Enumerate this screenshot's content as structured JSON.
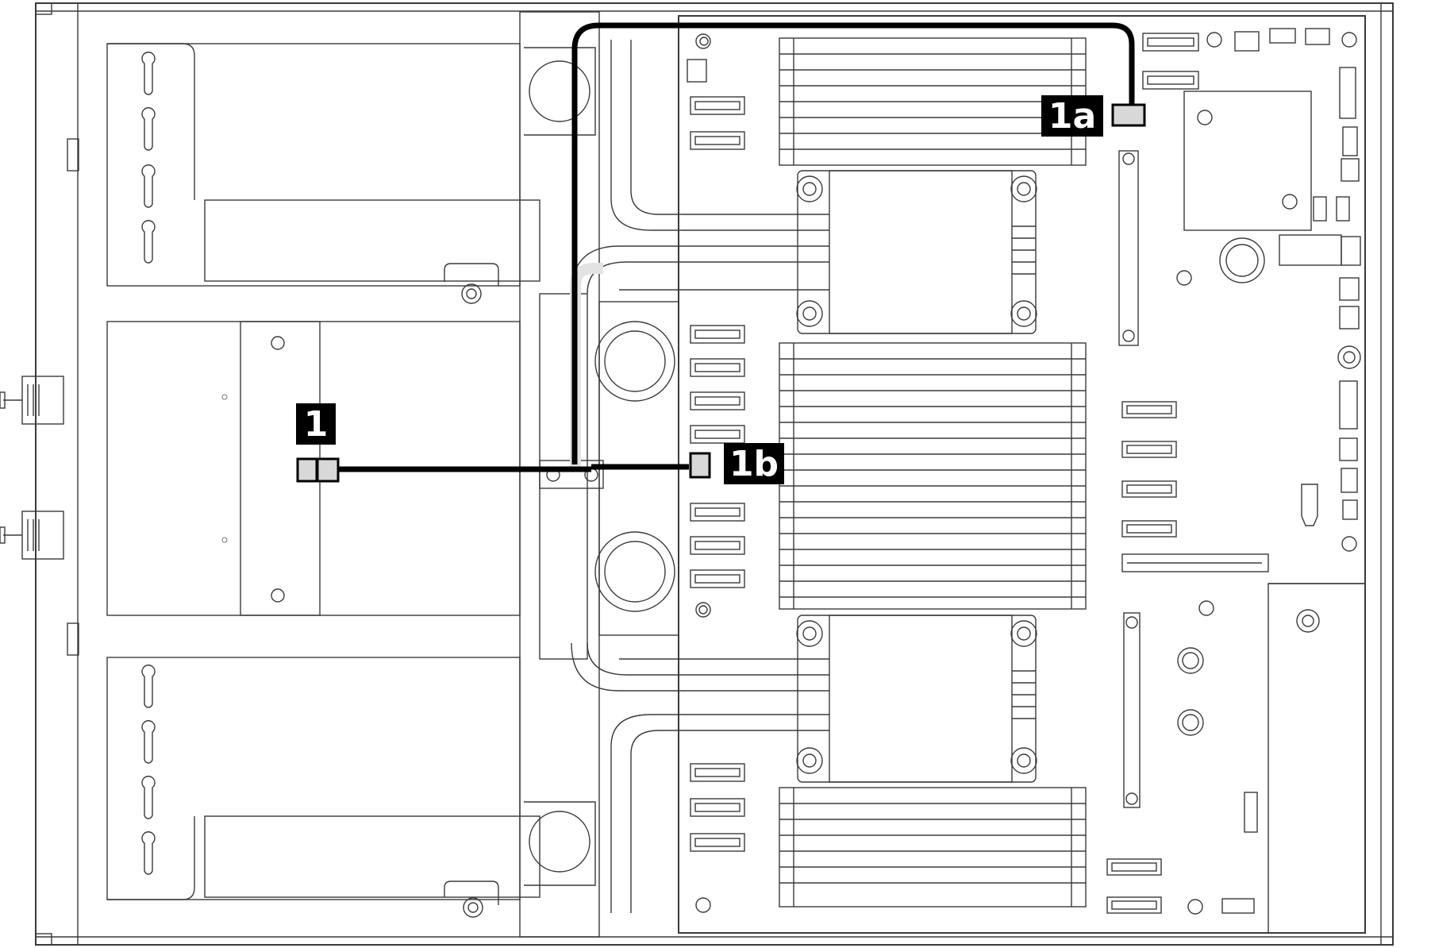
{
  "callouts": {
    "c1": "1",
    "c1a": "1a",
    "c1b": "1b"
  },
  "colors": {
    "cable": "#000000",
    "connector_fill": "#d8d8d8",
    "line_art": "#3a3a3a",
    "callout_background": "#000000",
    "callout_text": "#ffffff"
  }
}
